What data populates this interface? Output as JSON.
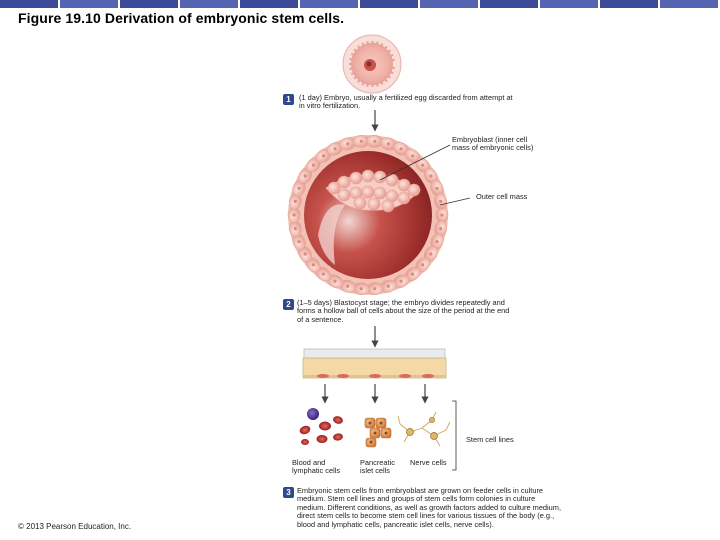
{
  "title": "Figure 19.10 Derivation of embryonic stem cells.",
  "colors": {
    "topbar": [
      "#3b4a9a",
      "#5563b3",
      "#3b4a9a",
      "#5563b3",
      "#3b4a9a",
      "#5563b3",
      "#3b4a9a",
      "#5563b3",
      "#3b4a9a",
      "#5563b3",
      "#3b4a9a",
      "#5563b3"
    ],
    "step_badge": "#2d4a8c",
    "cell_pink": "#f3b9ad",
    "cavity_red": "#b03a36",
    "dish_medium": "#f4d9a6",
    "leader": "#333333"
  },
  "steps": [
    {
      "num": "1",
      "text_line1": "(1 day) Embryo, usually a fertilized egg discarded from attempt at",
      "text_line2": "in vitro fertilization."
    },
    {
      "num": "2",
      "text_line1": "(1–5 days) Blastocyst stage; the embryo divides repeatedly and",
      "text_line2": "forms a hollow ball of cells about the size of the period at the end",
      "text_line3": "of a sentence."
    },
    {
      "num": "3",
      "text_line1": "Embryonic stem cells from embryoblast are grown on feeder cells in culture",
      "text_line2": "medium. Stem cell lines and groups of stem cells form colonies in culture",
      "text_line3": "medium. Different conditions, as well as growth factors added to culture medium,",
      "text_line4": "direct stem cells to become stem cell lines for various tissues of the body (e.g.,",
      "text_line5": "blood and lymphatic cells, pancreatic islet cells, nerve cells)."
    }
  ],
  "labels": {
    "embryoblast_line1": "Embryoblast (inner cell",
    "embryoblast_line2": "mass of embryonic cells)",
    "outer_cell_mass": "Outer cell mass",
    "stem_cell_lines": "Stem cell lines",
    "blood_line1": "Blood and",
    "blood_line2": "lymphatic cells",
    "pancreatic_line1": "Pancreatic",
    "pancreatic_line2": "islet cells",
    "nerve": "Nerve cells"
  },
  "credit": "© 2013 Pearson Education, Inc."
}
